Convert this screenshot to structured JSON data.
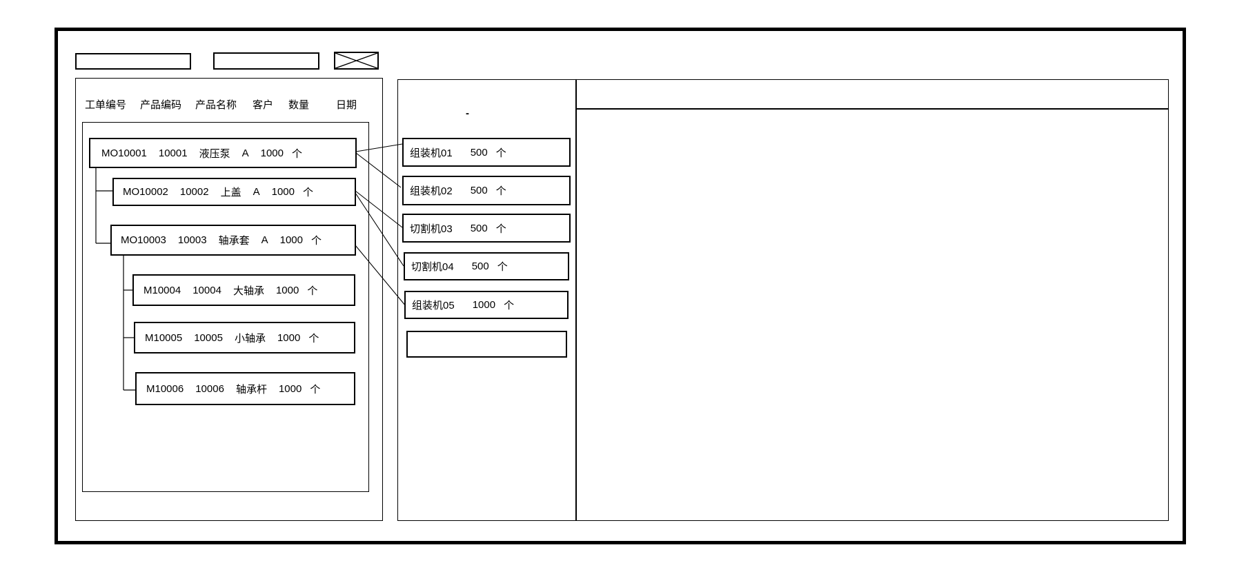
{
  "colors": {
    "line": "#000000",
    "background": "#ffffff"
  },
  "toolbar": {
    "input1_value": "",
    "input2_value": ""
  },
  "work_orders": {
    "columns": [
      "工单编号",
      "产品编码",
      "产品名称",
      "客户",
      "数量",
      "日期"
    ],
    "rows": [
      {
        "wo": "MO10001",
        "code": "10001",
        "name": "液压泵",
        "customer": "A",
        "qty": "1000",
        "unit": "个",
        "level": 0
      },
      {
        "wo": "MO10002",
        "code": "10002",
        "name": "上盖",
        "customer": "A",
        "qty": "1000",
        "unit": "个",
        "level": 1
      },
      {
        "wo": "MO10003",
        "code": "10003",
        "name": "轴承套",
        "customer": "A",
        "qty": "1000",
        "unit": "个",
        "level": 1
      },
      {
        "wo": "M10004",
        "code": "10004",
        "name": "大轴承",
        "qty": "1000",
        "unit": "个",
        "level": 2
      },
      {
        "wo": "M10005",
        "code": "10005",
        "name": "小轴承",
        "qty": "1000",
        "unit": "个",
        "level": 2
      },
      {
        "wo": "M10006",
        "code": "10006",
        "name": "轴承杆",
        "qty": "1000",
        "unit": "个",
        "level": 2
      }
    ]
  },
  "machines": {
    "title_mark": "-",
    "cards": [
      {
        "name": "组装机01",
        "qty": "500",
        "unit": "个"
      },
      {
        "name": "组装机02",
        "qty": "500",
        "unit": "个"
      },
      {
        "name": "切割机03",
        "qty": "500",
        "unit": "个"
      },
      {
        "name": "切割机04",
        "qty": "500",
        "unit": "个"
      },
      {
        "name": "组装机05",
        "qty": "1000",
        "unit": "个"
      },
      {
        "name": "",
        "qty": "",
        "unit": ""
      }
    ]
  },
  "allocations": [
    {
      "from": "MO10001",
      "to": [
        "组装机01",
        "组装机02"
      ]
    },
    {
      "from": "MO10002",
      "to": [
        "切割机03",
        "切割机04"
      ]
    },
    {
      "from": "MO10003",
      "to": [
        "组装机05"
      ]
    }
  ],
  "detail_panel": {
    "content": ""
  }
}
